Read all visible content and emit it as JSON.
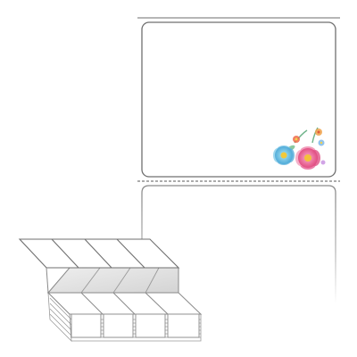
{
  "colors": {
    "background": "#ffffff",
    "label_face": "#ffffff",
    "label_outline": "#6f6f6f",
    "liner_outline": "#8a8a8a",
    "perforation": "#7a7a7a",
    "fold_shade": "#dddddd",
    "stack_edge": "#9a9a9a"
  },
  "illustration": {
    "product": "fanfold-label-stack",
    "sample_roll_labels_visible": 2,
    "fanfold_panels_visible": 4,
    "decoration_icon": "watercolor-flowers-icon"
  }
}
